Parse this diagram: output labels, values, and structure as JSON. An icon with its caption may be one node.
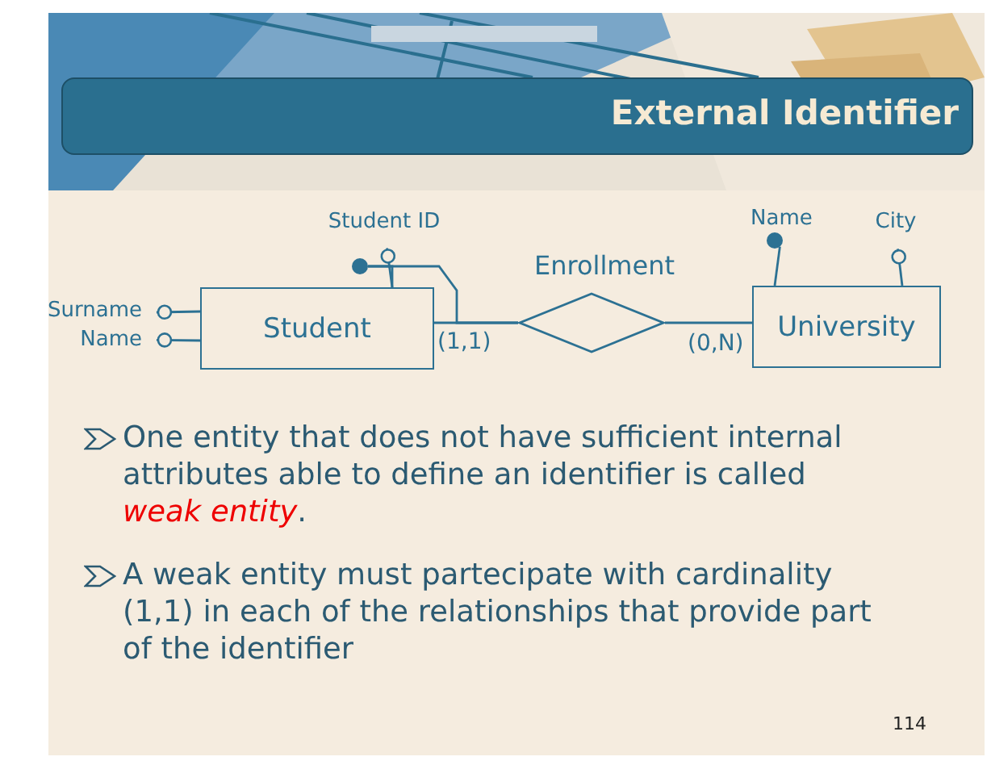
{
  "diagram": {
    "title": "External Identifier",
    "nodes": [
      {
        "text": [
          "Student"
        ]
      },
      {
        "text": [
          "Enrollment"
        ]
      },
      {
        "text": [
          "University"
        ]
      },
      {
        "text": [
          "Student ID"
        ]
      },
      {
        "text": [
          "Surname"
        ]
      },
      {
        "text": [
          "Name"
        ]
      },
      {
        "text": [],
        "shape": "circle"
      },
      {
        "text": [],
        "shape": "circle",
        "beside": [
          "Name"
        ]
      },
      {
        "text": [
          "City"
        ]
      }
    ],
    "edges": [
      {
        "from": 0,
        "to": 1,
        "arrow": "none"
      },
      {
        "from": 1,
        "to": 2,
        "arrow": "none"
      },
      {
        "from": 0,
        "to": 3,
        "arrow": "other"
      },
      {
        "from": 0,
        "to": 4,
        "arrow": "other"
      },
      {
        "from": 0,
        "to": 5,
        "arrow": "other"
      },
      {
        "from": 6,
        "to": 0,
        "arrow": "none"
      },
      {
        "from": 6,
        "to": 1,
        "arrow": "none"
      },
      {
        "from": 2,
        "to": 7,
        "arrow": "none"
      },
      {
        "from": 2,
        "to": 8,
        "arrow": "other"
      }
    ],
    "labels": [
      "(1,1)",
      "(0,N)",
      "One entity that does not have sufficient internal attributes able to define an identifier is called *weak entity*.",
      "A weak entity must partecipate with cardinality (1,1) in each of the relationships that provide part of the identifier",
      "114"
    ]
  }
}
